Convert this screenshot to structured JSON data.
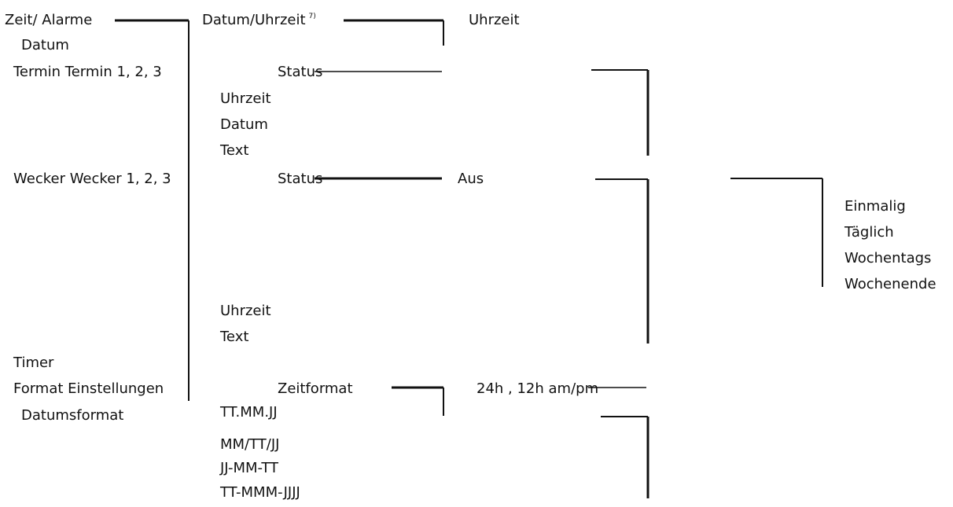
{
  "col1": {
    "zeit_alarme": "Zeit/ Alarme",
    "datum": "Datum",
    "termin": "Termin Termin 1, 2, 3",
    "wecker": "Wecker Wecker 1, 2, 3",
    "timer": "Timer",
    "format": "Format Einstellungen",
    "datumsformat": "Datumsformat"
  },
  "col2": {
    "datum_uhrzeit": "Datum/Uhrzeit",
    "footnote": "7)",
    "termin_status": "Status",
    "termin_uhrzeit": "Uhrzeit",
    "termin_datum": "Datum",
    "termin_text": "Text",
    "wecker_status": "Status",
    "wecker_uhrzeit": "Uhrzeit",
    "wecker_text": "Text",
    "zeitformat": "Zeitformat",
    "datumsformat_options": [
      "TT.MM.JJ",
      "MM/TT/JJ",
      "JJ-MM-TT",
      "TT-MMM-JJJJ"
    ]
  },
  "col3": {
    "uhrzeit": "Uhrzeit",
    "aus": "Aus",
    "zeitformat_value": "24h , 12h am/pm"
  },
  "col4": {
    "repeat_options": [
      "Einmalig",
      "Täglich",
      "Wochentags",
      "Wochenende"
    ]
  }
}
